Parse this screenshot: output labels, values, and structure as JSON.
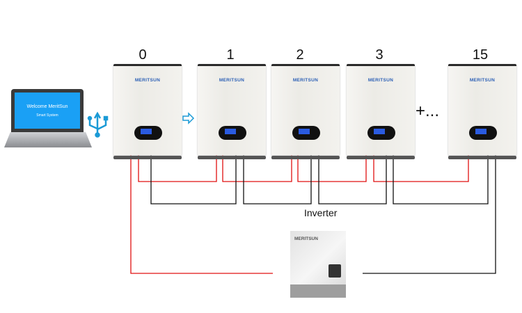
{
  "laptop": {
    "welcome": "Welcome MeritSun",
    "subtitle": "Smart System"
  },
  "batteries": [
    {
      "label": "0",
      "brand": "MERITSUN"
    },
    {
      "label": "1",
      "brand": "MERITSUN"
    },
    {
      "label": "2",
      "brand": "MERITSUN"
    },
    {
      "label": "3",
      "brand": "MERITSUN"
    },
    {
      "label": "15",
      "brand": "MERITSUN"
    }
  ],
  "ellipsis": "+...",
  "inverter": {
    "label": "Inverter",
    "brand": "MERITSUN"
  },
  "colors": {
    "positive_wire": "#e01010",
    "negative_wire": "#111111",
    "usb_icon": "#1a9ad6"
  }
}
